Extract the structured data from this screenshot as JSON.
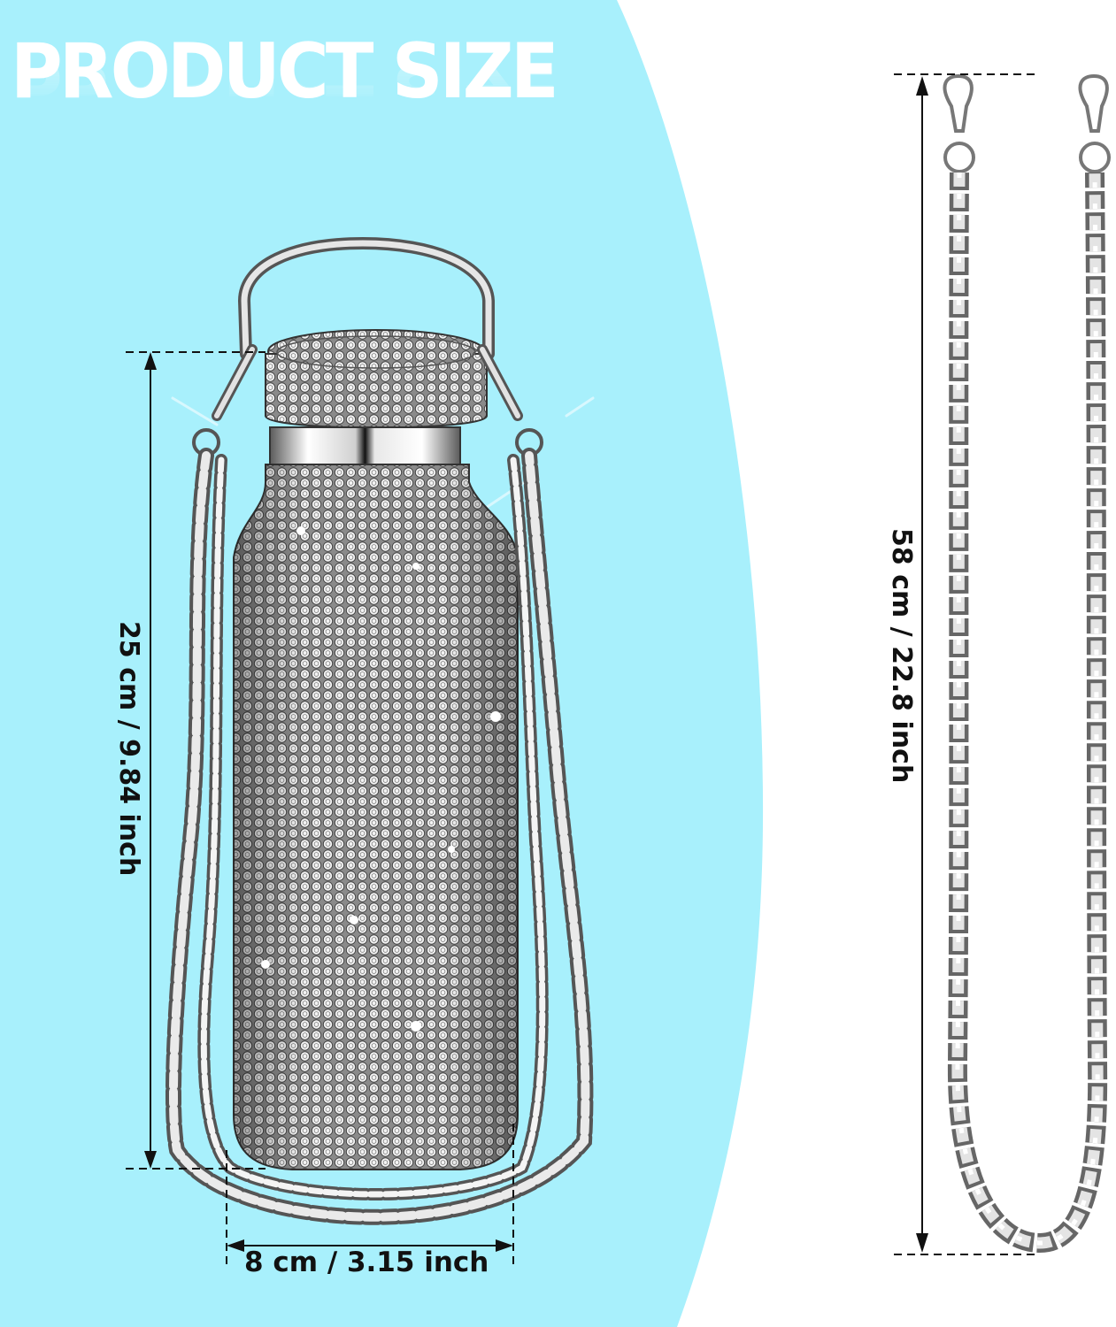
{
  "title": "PRODUCT SIZE",
  "colors": {
    "background_panel": "#A8F0FC",
    "page_background": "#FFFFFF",
    "dimension_line": "#111111",
    "title_text": "#FFFFFF",
    "metal": "#C8C8C8"
  },
  "bottle": {
    "height_label": "25 cm / 9.84 inch",
    "width_label": "8 cm / 3.15 inch"
  },
  "chain_strap": {
    "length_label": "58 cm / 22.8 inch"
  }
}
